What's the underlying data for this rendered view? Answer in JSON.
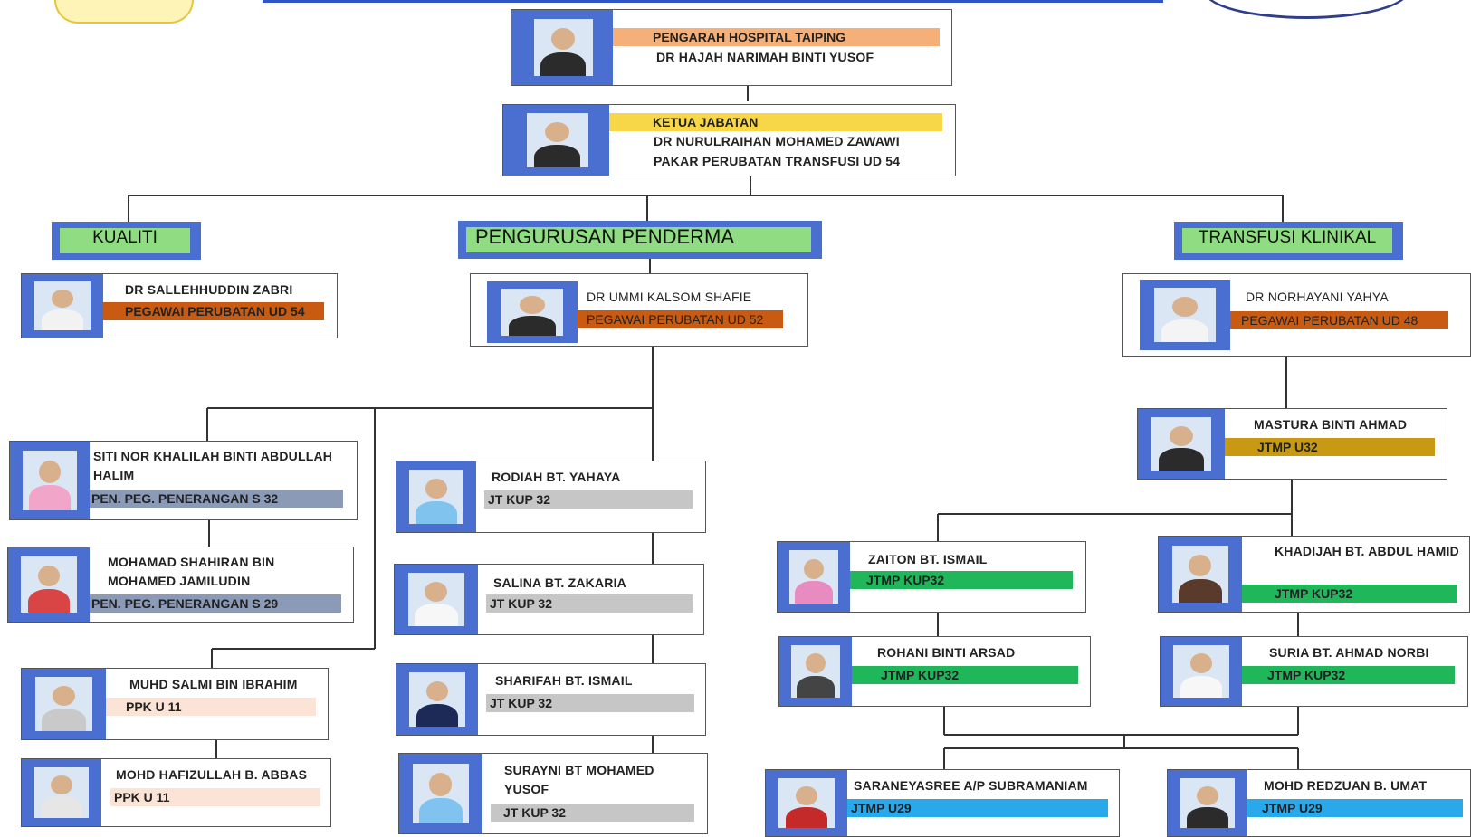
{
  "colors": {
    "frame_blue": "#4a6fd0",
    "top_peach": "#f5b07a",
    "head_yellow": "#f7d648",
    "officer_orange": "#c85a12",
    "info_slate": "#8a9ab7",
    "jt_grey": "#c6c6c6",
    "ppk_pink": "#fbe4d6",
    "mustard": "#c89a14",
    "jtmp_green": "#1fb75a",
    "jtmp_blue": "#29a8ec",
    "section_green": "#8fdc82"
  },
  "sections": {
    "kualiti": "KUALITI",
    "penderma": "PENGURUSAN PENDERMA",
    "klinikal": "TRANSFUSI KLINIKAL"
  },
  "people": {
    "director": {
      "role": "PENGARAH HOSPITAL TAIPING",
      "name": "DR HAJAH NARIMAH BINTI YUSOF"
    },
    "head": {
      "role": "KETUA JABATAN",
      "name": "DR NURULRAIHAN MOHAMED ZAWAWI",
      "title": "PAKAR PERUBATAN TRANSFUSI UD 54"
    },
    "kualiti_officer": {
      "name": "DR SALLEHHUDDIN ZABRI",
      "grade": "PEGAWAI PERUBATAN UD 54"
    },
    "penderma_officer": {
      "name": "DR UMMI KALSOM SHAFIE",
      "grade": "PEGAWAI PERUBATAN UD 52"
    },
    "klinikal_officer": {
      "name": "DR NORHAYANI YAHYA",
      "grade": "PEGAWAI PERUBATAN UD 48"
    },
    "siti": {
      "name": "SITI NOR KHALILAH BINTI ABDULLAH HALIM",
      "grade": "PEN. PEG. PENERANGAN S 32"
    },
    "shahiran": {
      "name": "MOHAMAD SHAHIRAN BIN MOHAMED JAMILUDIN",
      "grade": "PEN. PEG. PENERANGAN S 29"
    },
    "salmi": {
      "name": "MUHD SALMI BIN IBRAHIM",
      "grade": "PPK U 11"
    },
    "hafizullah": {
      "name": "MOHD HAFIZULLAH B. ABBAS",
      "grade": "PPK U 11"
    },
    "rodiah": {
      "name": "RODIAH BT. YAHAYA",
      "grade": "JT KUP 32"
    },
    "salina": {
      "name": "SALINA BT. ZAKARIA",
      "grade": "JT KUP 32"
    },
    "sharifah": {
      "name": "SHARIFAH BT. ISMAIL",
      "grade": "JT KUP 32"
    },
    "surayni": {
      "name": "SURAYNI BT MOHAMED YUSOF",
      "grade": "JT KUP 32"
    },
    "mastura": {
      "name": "MASTURA BINTI AHMAD",
      "grade": "JTMP U32"
    },
    "zaiton": {
      "name": "ZAITON BT. ISMAIL",
      "grade": "JTMP KUP32"
    },
    "rohani": {
      "name": "ROHANI BINTI ARSAD",
      "grade": "JTMP KUP32"
    },
    "khadijah": {
      "name": "KHADIJAH BT. ABDUL HAMID",
      "grade": "JTMP KUP32"
    },
    "suria": {
      "name": "SURIA BT. AHMAD NORBI",
      "grade": "JTMP KUP32"
    },
    "saraneyasree": {
      "name": "SARANEYASREE A/P SUBRAMANIAM",
      "grade": "JTMP U29"
    },
    "redzuan": {
      "name": "MOHD REDZUAN B. UMAT",
      "grade": "JTMP U29"
    }
  }
}
